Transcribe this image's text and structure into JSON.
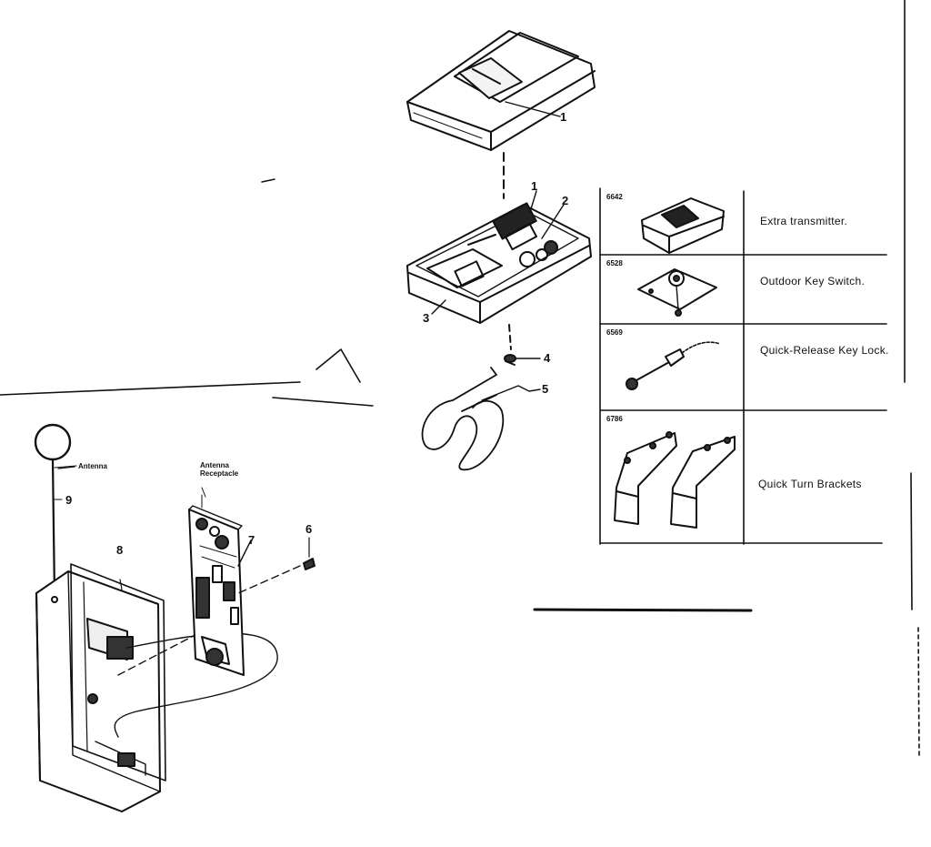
{
  "callouts": {
    "c1a": "1",
    "c1b": "1",
    "c2": "2",
    "c3": "3",
    "c4": "4",
    "c5": "5",
    "c6": "6",
    "c7": "7",
    "c8": "8",
    "c9": "9"
  },
  "part_labels": {
    "antenna": "Antenna",
    "receptacle_line1": "Antenna",
    "receptacle_line2": "Receptacle"
  },
  "accessories": [
    {
      "code": "6642",
      "description": "Extra transmitter."
    },
    {
      "code": "6528",
      "description": "Outdoor Key Switch."
    },
    {
      "code": "6569",
      "description": "Quick-Release Key Lock."
    },
    {
      "code": "6786",
      "description": "Quick Turn Brackets"
    }
  ]
}
